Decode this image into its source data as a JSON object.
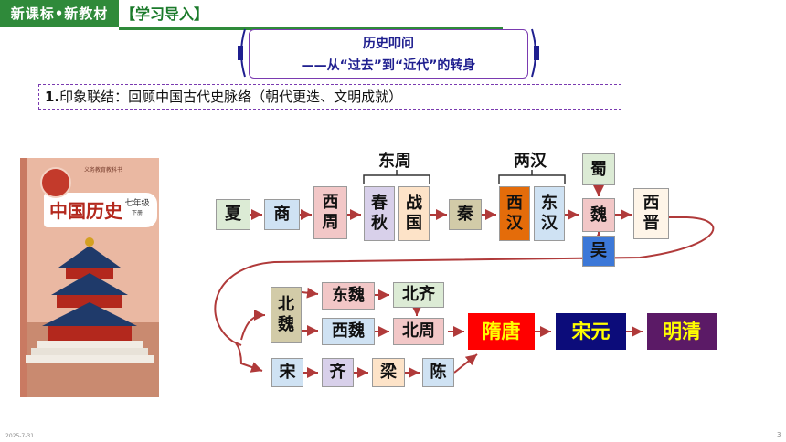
{
  "header": {
    "badge": "新课标•新教材",
    "section": "【学习导入】"
  },
  "title": {
    "line1": "历史叩问",
    "line2": "——从“过去”到“近代”的转身"
  },
  "subtitle": {
    "number": "1.",
    "text": "印象联结：回顾中国古代史脉络（朝代更迭、文明成就）"
  },
  "book": {
    "header_text": "义务教育教科书",
    "title": "中国历史",
    "grade": "七年级",
    "volume": "下册"
  },
  "diagram": {
    "group_labels": {
      "dongzhou": "东周",
      "lianghan": "两汉"
    },
    "nodes": {
      "xia": "夏",
      "shang": "商",
      "xizhou": "西周",
      "chunqiu": "春秋",
      "zhanguo": "战国",
      "qin": "秦",
      "xihan": "西汉",
      "donghan": "东汉",
      "shu": "蜀",
      "wei": "魏",
      "wu": "吴",
      "xijin": "西晋",
      "beiwei": "北魏",
      "dongwei": "东魏",
      "xiwei": "西魏",
      "beiqi": "北齐",
      "beizhou": "北周",
      "suitang": "隋唐",
      "songyuan": "宋元",
      "mingqing": "明清",
      "song": "宋",
      "qi": "齐",
      "liang": "梁",
      "chen": "陈"
    },
    "colors": {
      "arrow": "#b03a3a",
      "light_blue": "#cfe2f3",
      "pink": "#f2c7c7",
      "lavender": "#d8d0ea",
      "peach": "#fde3c8",
      "khaki": "#d2cba8",
      "orange": "#e46c0a",
      "green_pale": "#dcebd5",
      "blue": "#3c78d8",
      "red": "#ff0000",
      "navy": "#0c0c7a",
      "purple": "#5b1a66",
      "badge_green": "#2f8a3a"
    }
  }
}
